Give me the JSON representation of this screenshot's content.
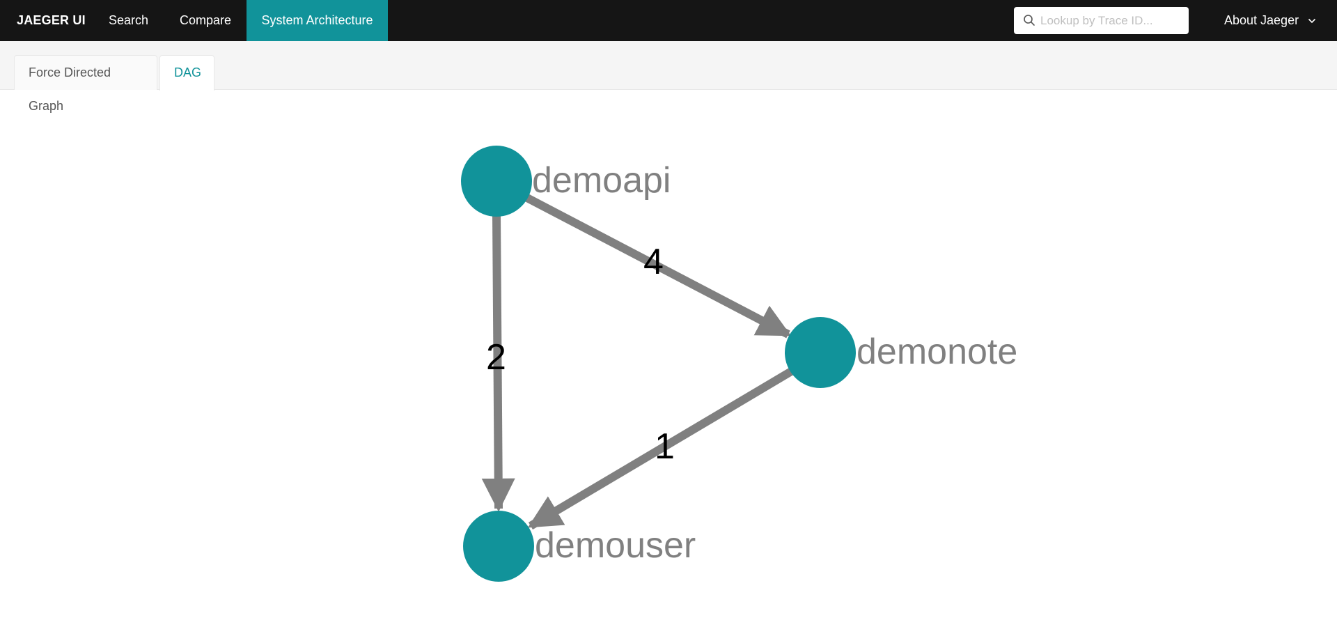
{
  "nav": {
    "brand": "JAEGER UI",
    "items": [
      {
        "label": "Search"
      },
      {
        "label": "Compare"
      },
      {
        "label": "System Architecture",
        "active": true
      }
    ],
    "search": {
      "placeholder": "Lookup by Trace ID...",
      "value": ""
    },
    "about": "About Jaeger",
    "accent_color": "#11939a",
    "bg_color": "#151515"
  },
  "tabs": [
    {
      "label": "Force Directed Graph",
      "active": false
    },
    {
      "label": "DAG",
      "active": true
    }
  ],
  "graph": {
    "node_color": "#11939a",
    "edge_color": "#808080",
    "nodes": [
      {
        "id": "demoapi",
        "label": "demoapi"
      },
      {
        "id": "demonote",
        "label": "demonote"
      },
      {
        "id": "demouser",
        "label": "demouser"
      }
    ],
    "edges": [
      {
        "from": "demoapi",
        "to": "demonote",
        "label": "4"
      },
      {
        "from": "demoapi",
        "to": "demouser",
        "label": "2"
      },
      {
        "from": "demonote",
        "to": "demouser",
        "label": "1"
      }
    ]
  }
}
